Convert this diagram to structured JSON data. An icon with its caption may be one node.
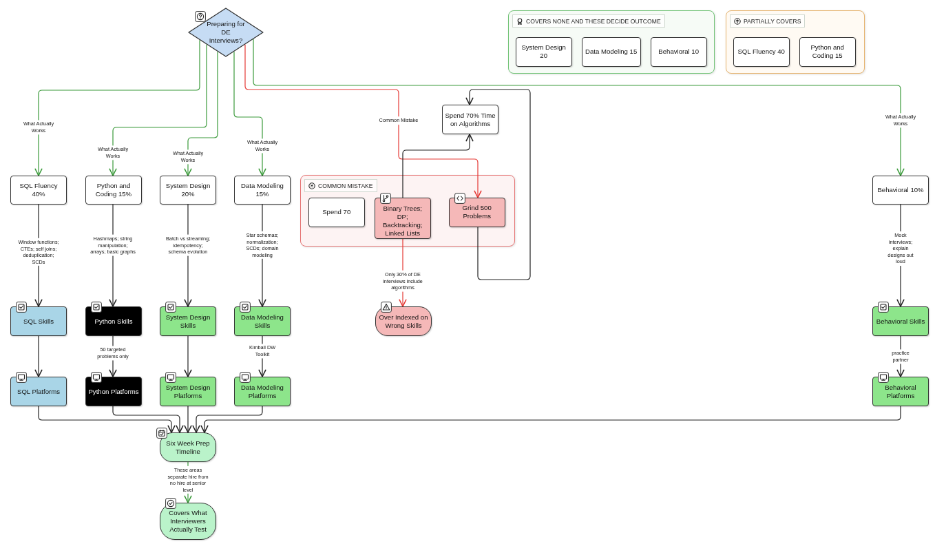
{
  "diagram": {
    "nodes": [
      {
        "text": [
          "Preparing for DE Interviews?"
        ]
      },
      {
        "text": [
          "COVERS NONE AND THESE DECIDE OUTCOME"
        ]
      },
      {
        "text": [
          "System Design 20"
        ],
        "in": 1
      },
      {
        "text": [
          "Data Modeling 15"
        ],
        "in": 1
      },
      {
        "text": [
          "Behavioral 10"
        ],
        "in": 1
      },
      {
        "text": [
          "PARTIALLY COVERS"
        ]
      },
      {
        "text": [
          "SQL Fluency 40"
        ],
        "in": 5
      },
      {
        "text": [
          "Python and Coding 15"
        ],
        "in": 5
      },
      {
        "text": [
          "SQL Fluency 40%"
        ]
      },
      {
        "text": [
          "Python and Coding 15%"
        ]
      },
      {
        "text": [
          "System Design 20%"
        ]
      },
      {
        "text": [
          "Data Modeling 15%"
        ]
      },
      {
        "text": [
          "Spend 70% Time on Algorithms"
        ]
      },
      {
        "text": [
          "COMMON MISTAKE"
        ]
      },
      {
        "text": [
          "Spend 70"
        ],
        "in": 13
      },
      {
        "text": [
          "Binary Trees; DP; Backtracking; Linked Lists"
        ],
        "in": 13
      },
      {
        "text": [
          "Grind 500 Problems"
        ],
        "in": 13
      },
      {
        "text": [
          "Behavioral 10%"
        ]
      },
      {
        "text": [
          "Over Indexed on Wrong Skills"
        ]
      },
      {
        "text": [
          "SQL Skills"
        ]
      },
      {
        "text": [
          "Python Skills"
        ]
      },
      {
        "text": [
          "System Design Skills"
        ]
      },
      {
        "text": [
          "Data Modeling Skills"
        ]
      },
      {
        "text": [
          "Behavioral Skills"
        ]
      },
      {
        "text": [
          "SQL Platforms"
        ]
      },
      {
        "text": [
          "Python Platforms"
        ]
      },
      {
        "text": [
          "System Design Platforms"
        ]
      },
      {
        "text": [
          "Data Modeling Platforms"
        ]
      },
      {
        "text": [
          "Behavioral Platforms"
        ]
      },
      {
        "text": [
          "Six Week Prep Timeline"
        ]
      },
      {
        "text": [
          "Covers What Interviewers Actually Test"
        ]
      }
    ],
    "edges": [
      {
        "from": 0,
        "to": 8,
        "arrow": "to",
        "label": "What Actually Works",
        "color": "#3a9a3a"
      },
      {
        "from": 0,
        "to": 9,
        "arrow": "to",
        "label": "What Actually Works",
        "color": "#3a9a3a"
      },
      {
        "from": 0,
        "to": 10,
        "arrow": "to",
        "label": "What Actually Works",
        "color": "#3a9a3a"
      },
      {
        "from": 0,
        "to": 11,
        "arrow": "to",
        "label": "What Actually Works",
        "color": "#3a9a3a"
      },
      {
        "from": 0,
        "to": 16,
        "arrow": "to",
        "label": "Common Mistake",
        "color": "#e53935"
      },
      {
        "from": 0,
        "to": 17,
        "arrow": "to",
        "label": "What Actually Works",
        "color": "#3a9a3a"
      },
      {
        "from": 8,
        "to": 19,
        "arrow": "to",
        "label": "Window functions; CTEs; self joins; deduplication; SCDs"
      },
      {
        "from": 9,
        "to": 20,
        "arrow": "to",
        "label": "Hashmaps; string manipulation; arrays; basic graphs"
      },
      {
        "from": 10,
        "to": 21,
        "arrow": "to",
        "label": "Batch vs streaming; idempotency; schema evolution"
      },
      {
        "from": 11,
        "to": 22,
        "arrow": "to",
        "label": "Star schemas; normalization; SCDs; domain modeling"
      },
      {
        "from": 17,
        "to": 23,
        "arrow": "to",
        "label": "Mock interviews; explain designs out loud"
      },
      {
        "from": 19,
        "to": 24,
        "arrow": "to"
      },
      {
        "from": 20,
        "to": 25,
        "arrow": "to",
        "label": "50 targeted problems only"
      },
      {
        "from": 21,
        "to": 26,
        "arrow": "to"
      },
      {
        "from": 22,
        "to": 27,
        "arrow": "to",
        "label": "Kimball DW Toolkit"
      },
      {
        "from": 23,
        "to": 28,
        "arrow": "to",
        "label": "practice partner"
      },
      {
        "from": 24,
        "to": 29,
        "arrow": "to"
      },
      {
        "from": 25,
        "to": 29,
        "arrow": "to"
      },
      {
        "from": 26,
        "to": 29,
        "arrow": "to"
      },
      {
        "from": 27,
        "to": 29,
        "arrow": "to"
      },
      {
        "from": 28,
        "to": 29,
        "arrow": "to"
      },
      {
        "from": 29,
        "to": 30,
        "arrow": "to",
        "label": "These areas separate hire from no hire at senior level",
        "color": "#3a9a3a"
      },
      {
        "from": 15,
        "to": 12,
        "arrow": "to"
      },
      {
        "from": 16,
        "to": 12,
        "arrow": "to"
      },
      {
        "from": 15,
        "to": 18,
        "arrow": "to",
        "label": "Only 30% of DE interviews include algorithms",
        "color": "#e53935"
      }
    ]
  }
}
